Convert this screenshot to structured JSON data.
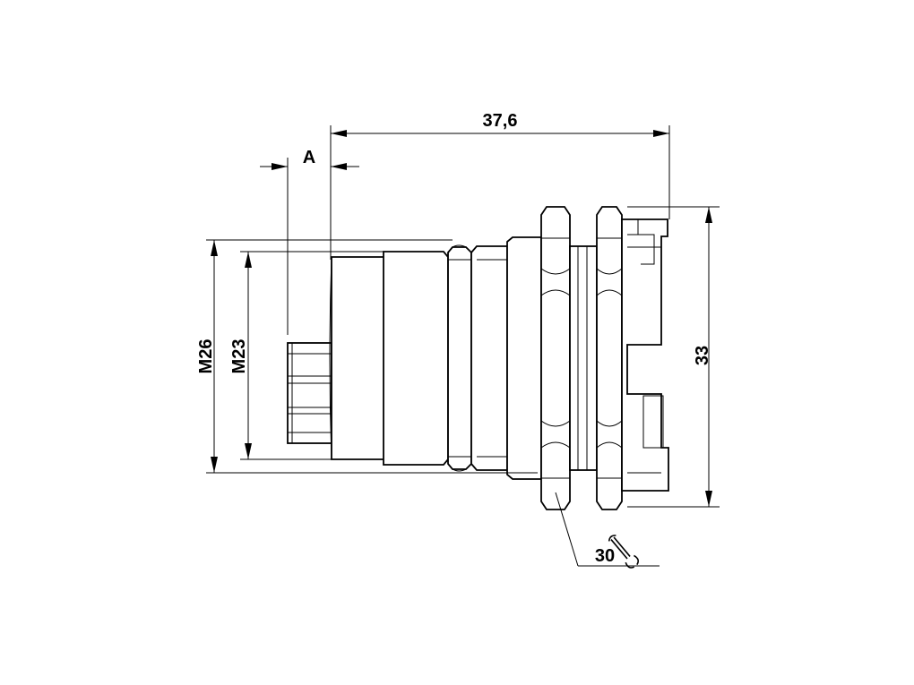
{
  "drawing": {
    "dimensions": {
      "overall_length": "37,6",
      "offset": "A",
      "thread_outer": "M26",
      "thread_inner": "M23",
      "flange_height": "33",
      "wrench_size": "30"
    },
    "icons": {
      "wrench": "wrench-icon"
    }
  }
}
